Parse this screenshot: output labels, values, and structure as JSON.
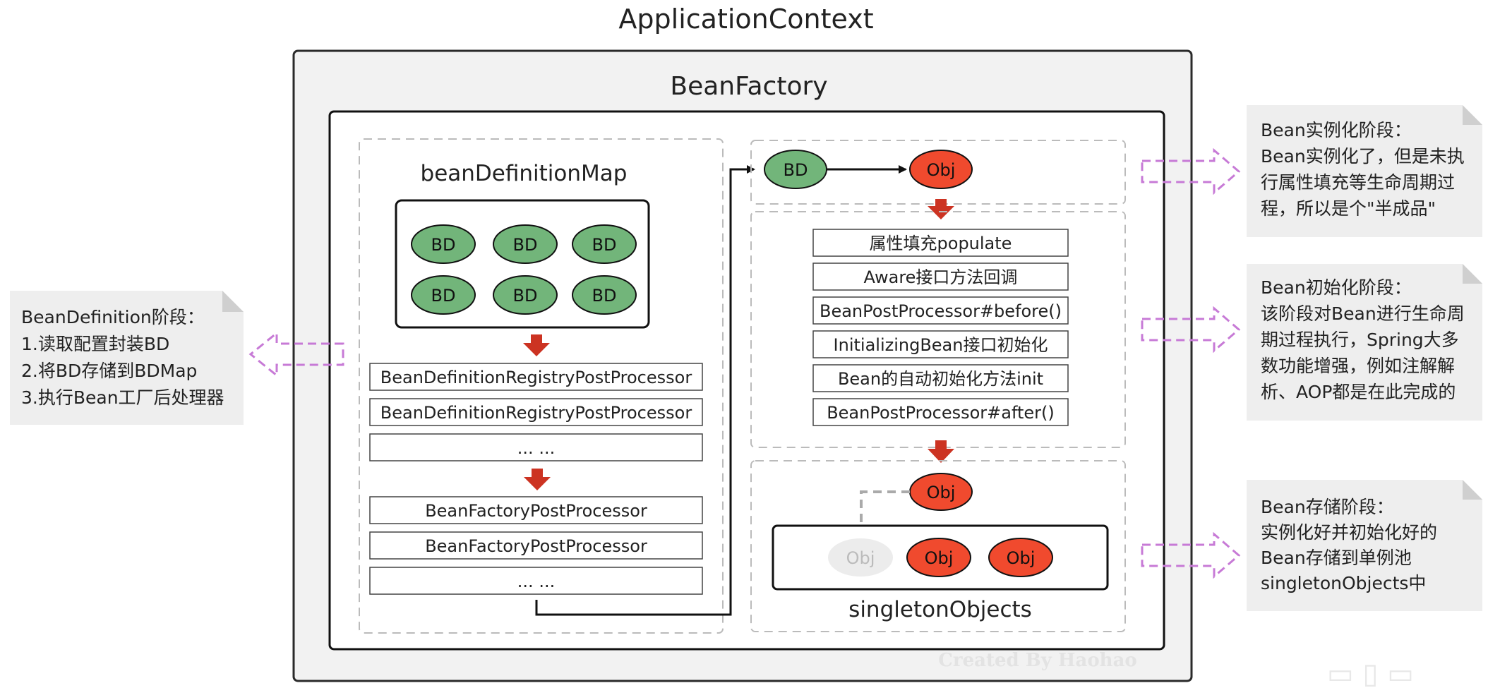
{
  "application_context": {
    "title": "ApplicationContext"
  },
  "bean_factory": {
    "title": "BeanFactory"
  },
  "bean_definition_map": {
    "title": "beanDefinitionMap",
    "bd_label": "BD",
    "registry_processors": [
      "BeanDefinitionRegistryPostProcessor",
      "BeanDefinitionRegistryPostProcessor",
      "... ..."
    ],
    "factory_processors": [
      "BeanFactoryPostProcessor",
      "BeanFactoryPostProcessor",
      "... ..."
    ]
  },
  "instantiation_flow": {
    "bd_label": "BD",
    "obj_label": "Obj"
  },
  "lifecycle_steps": [
    "属性填充populate",
    "Aware接口方法回调",
    "BeanPostProcessor#before()",
    "InitializingBean接口初始化",
    "Bean的自动初始化方法init",
    "BeanPostProcessor#after()"
  ],
  "singleton_objects": {
    "title": "singletonObjects",
    "obj_label": "Obj"
  },
  "notes": {
    "bean_definition": [
      "BeanDefinition阶段：",
      "1.读取配置封装BD",
      "2.将BD存储到BDMap",
      "3.执行Bean工厂后处理器"
    ],
    "instantiation": [
      "Bean实例化阶段：",
      "Bean实例化了，但是未执",
      "行属性填充等生命周期过",
      "程，所以是个\"半成品\""
    ],
    "initialization": [
      "Bean初始化阶段：",
      "该阶段对Bean进行生命周",
      "期过程执行，Spring大多",
      "数功能增强，例如注解解",
      "析、AOP都是在此完成的"
    ],
    "storage": [
      "Bean存储阶段：",
      "实例化好并初始化好的",
      "Bean存储到单例池",
      "singletonObjects中"
    ]
  },
  "watermark": "Created By Haohao",
  "colors": {
    "bd_green": "#72b57a",
    "obj_red": "#f04a2e",
    "obj_ghost": "#ececec",
    "arrow_red": "#cc3322",
    "dash_purple": "#c77ad6",
    "note_bg": "#eeeeee"
  }
}
